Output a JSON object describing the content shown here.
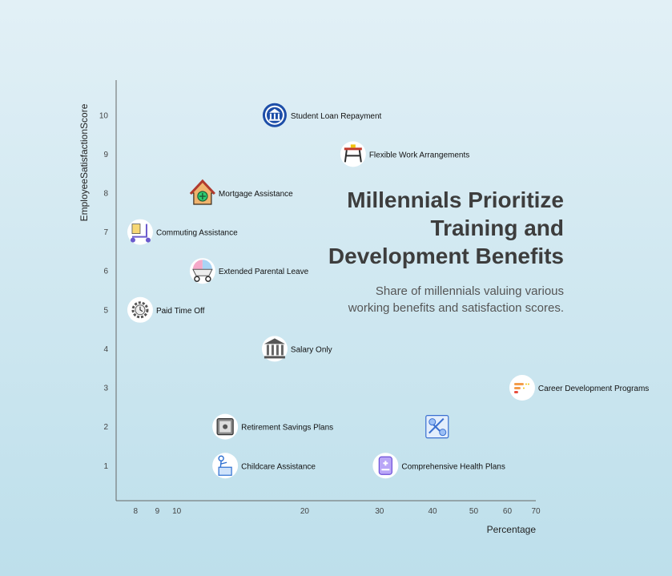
{
  "chart_data": {
    "type": "scatter",
    "title": "Millennials Prioritize\nTraining and\nDevelopment Benefits",
    "subtitle": "Share of millennials valuing various\nworking benefits and satisfaction scores.",
    "xlabel": "Percentage",
    "ylabel": "EmployeeSatisfactionScore",
    "x_scale": "log",
    "x_ticks": [
      8,
      9,
      10,
      20,
      30,
      40,
      50,
      60,
      70
    ],
    "y_ticks": [
      1,
      2,
      3,
      4,
      5,
      6,
      7,
      8,
      9,
      10
    ],
    "xlim": [
      7.2,
      70
    ],
    "ylim": [
      0.1,
      10.9
    ],
    "grid": false,
    "points": [
      {
        "label": "Student Loan Repayment",
        "x": 17,
        "y": 10,
        "icon": "bank-icon"
      },
      {
        "label": "Flexible Work Arrangements",
        "x": 26,
        "y": 9,
        "icon": "desk-icon"
      },
      {
        "label": "Mortgage Assistance",
        "x": 11.5,
        "y": 8,
        "icon": "house-icon"
      },
      {
        "label": "Commuting Assistance",
        "x": 8.2,
        "y": 7,
        "icon": "scooter-icon"
      },
      {
        "label": "Extended Parental Leave",
        "x": 11.5,
        "y": 6,
        "icon": "baby-stroller-icon"
      },
      {
        "label": "Paid Time Off",
        "x": 8.2,
        "y": 5,
        "icon": "calendar-gear-icon"
      },
      {
        "label": "Salary Only",
        "x": 17,
        "y": 4,
        "icon": "institution-icon"
      },
      {
        "label": "Career Development Programs",
        "x": 65,
        "y": 3,
        "icon": "career-ladder-icon"
      },
      {
        "label": "Retirement Savings Plans",
        "x": 13,
        "y": 2,
        "icon": "safe-icon"
      },
      {
        "label": "Childcare Assistance",
        "x": 13,
        "y": 1,
        "icon": "childcare-icon"
      },
      {
        "label": "Comprehensive Health Plans",
        "x": 31,
        "y": 1,
        "icon": "health-plan-icon"
      }
    ],
    "extra_icons": [
      {
        "x": 41,
        "y": 2,
        "icon": "development-tools-icon"
      }
    ]
  }
}
